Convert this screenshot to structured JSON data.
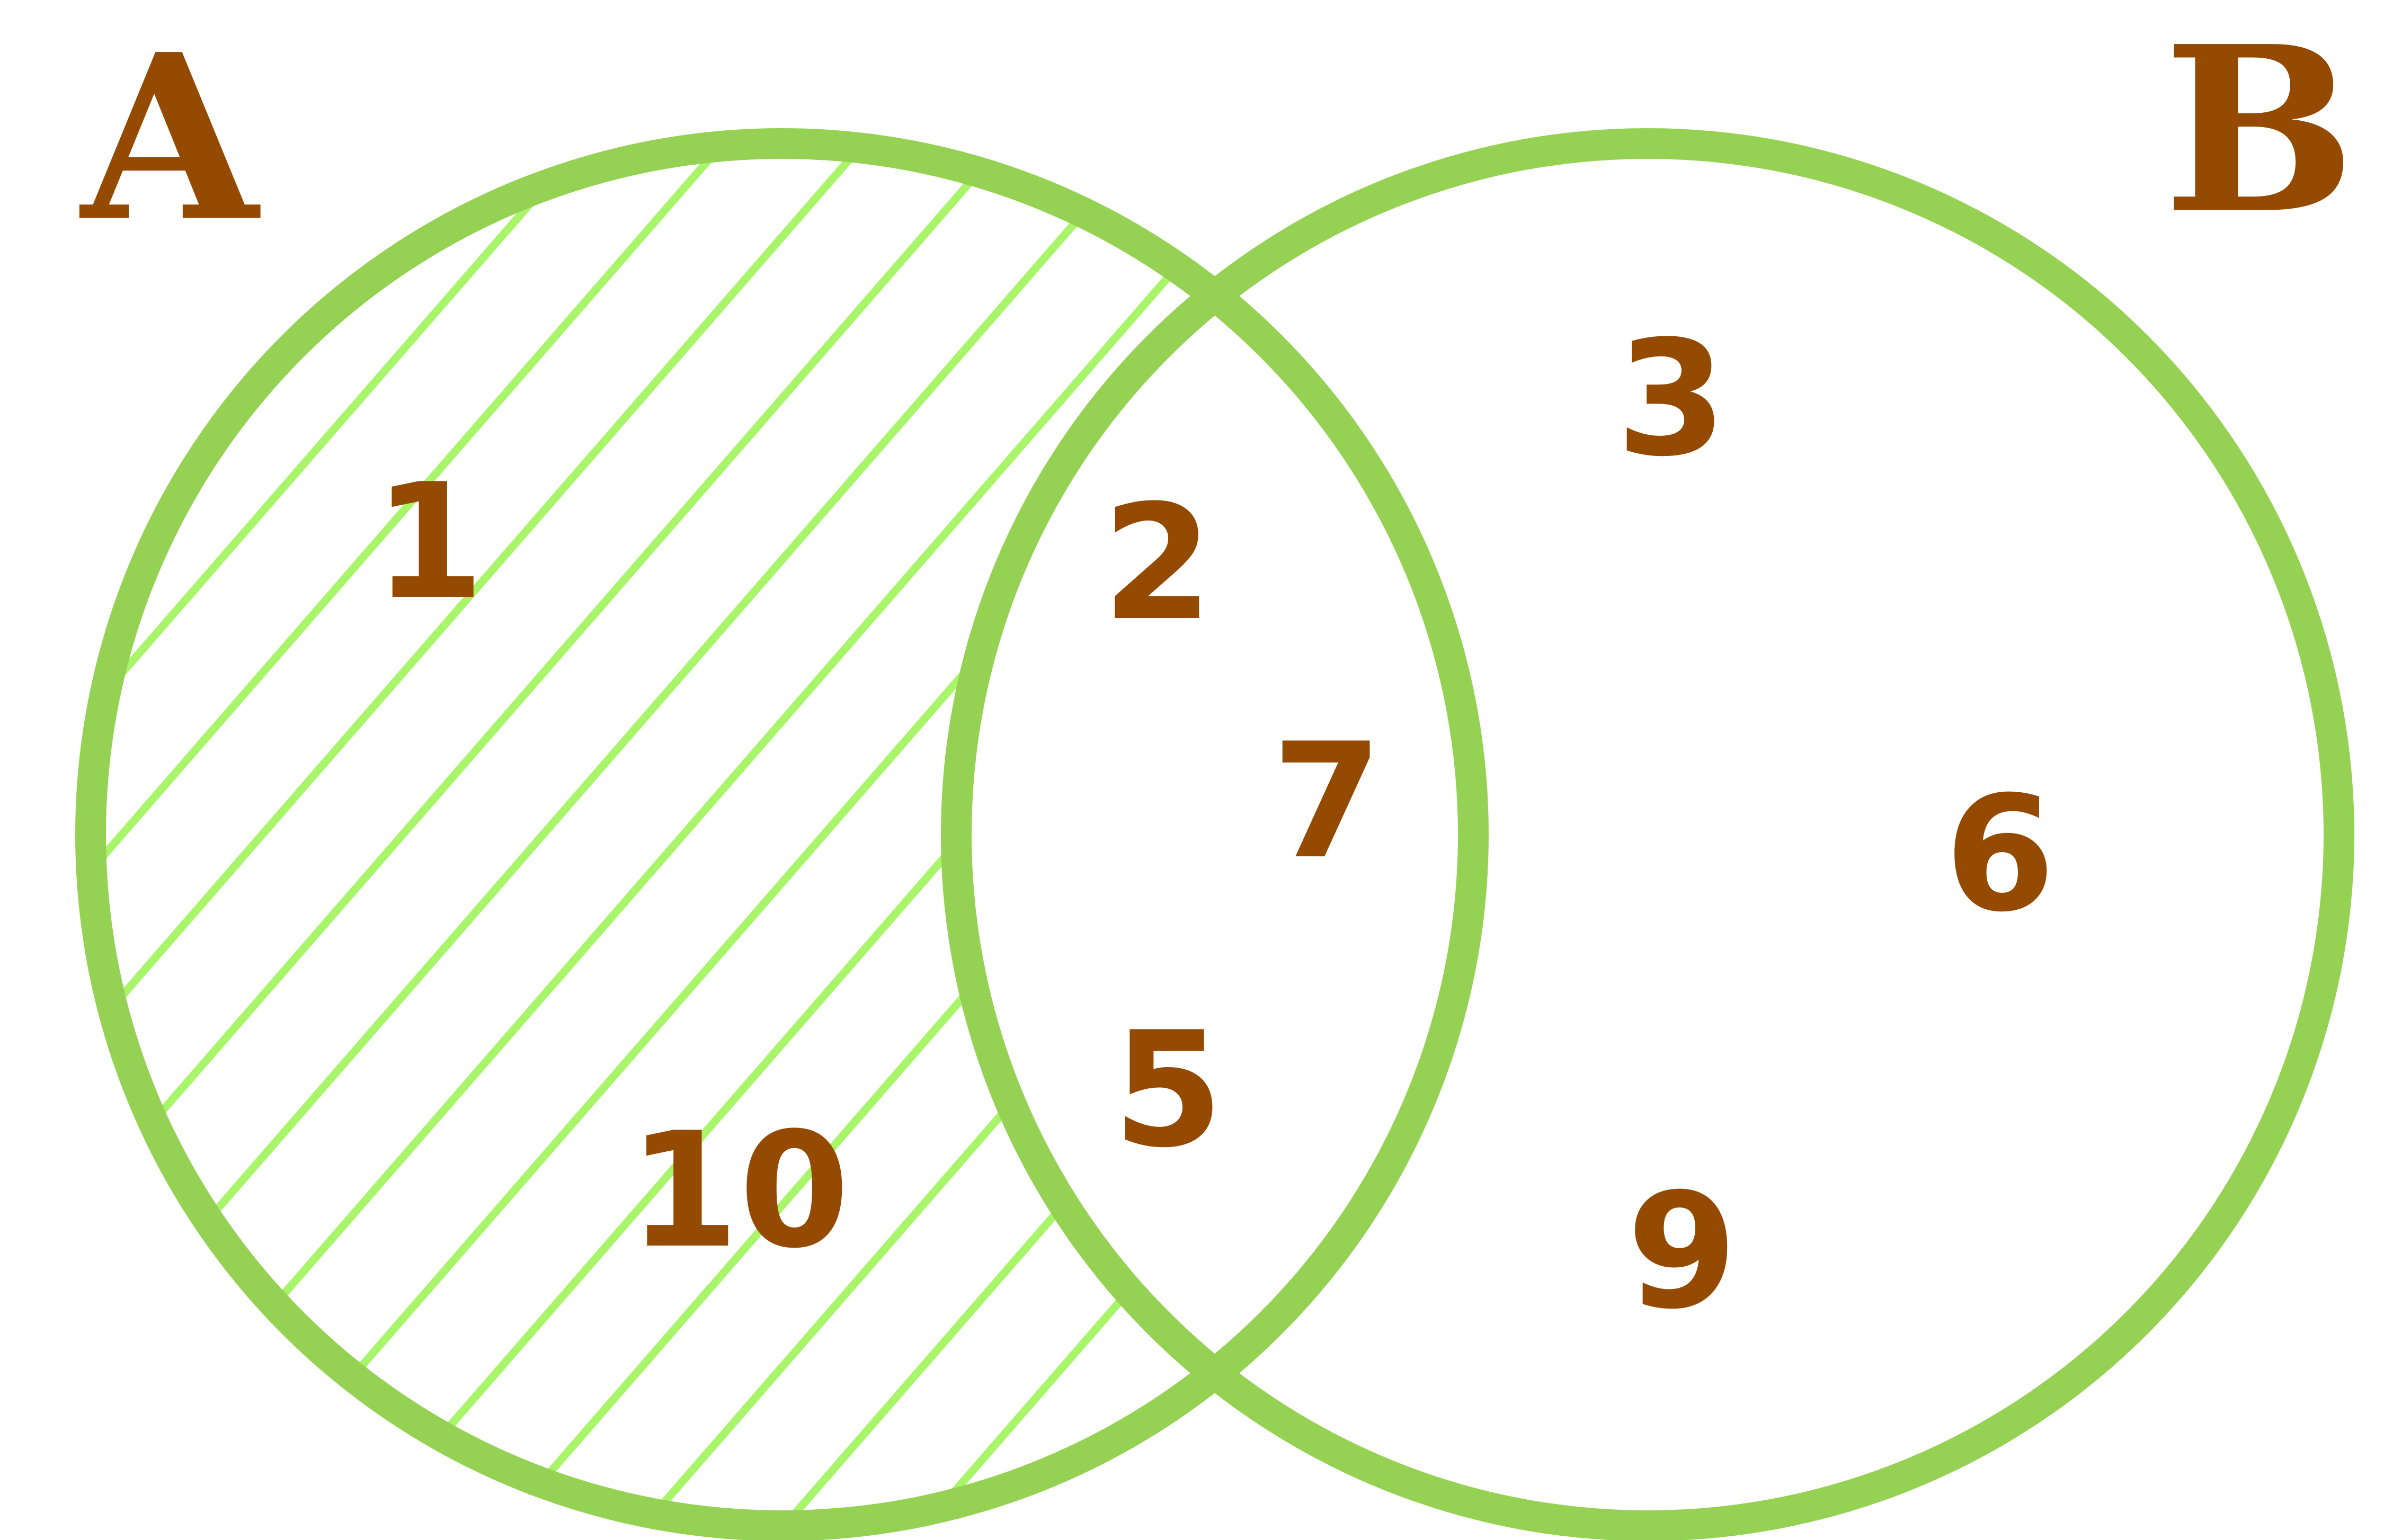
{
  "sets": [
    {
      "label": "A",
      "elements": [
        "1",
        "10",
        "2",
        "7",
        "5"
      ]
    },
    {
      "label": "B",
      "elements": [
        "2",
        "7",
        "5",
        "3",
        "6",
        "9"
      ]
    }
  ],
  "regions": {
    "a_only": [
      "1",
      "10"
    ],
    "intersection": [
      "2",
      "7",
      "5"
    ],
    "b_only": [
      "3",
      "6",
      "9"
    ]
  },
  "shaded_region": "A - B",
  "colors": {
    "circle_stroke": "#95d153",
    "hatch": "#a8f56a",
    "text": "#944a00",
    "background": "#ffffff"
  }
}
